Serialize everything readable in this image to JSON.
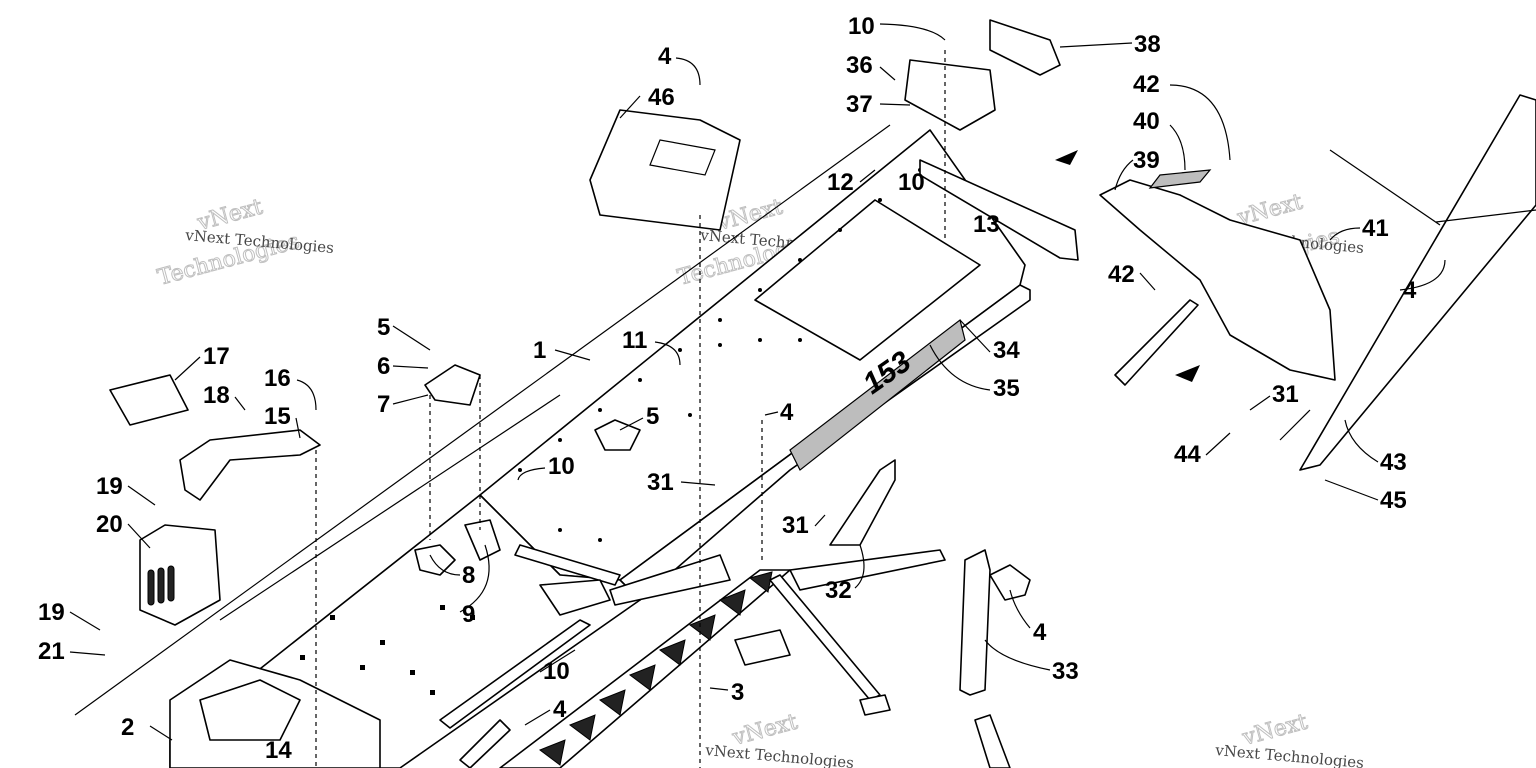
{
  "watermark": {
    "line_a": "vNext",
    "line_b": "Technologies",
    "full": "vNext Technologies"
  },
  "callouts": [
    "10",
    "38",
    "4",
    "36",
    "46",
    "42",
    "37",
    "40",
    "39",
    "12",
    "10",
    "13",
    "41",
    "42",
    "4",
    "5",
    "1",
    "11",
    "34",
    "6",
    "35",
    "7",
    "17",
    "16",
    "18",
    "15",
    "5",
    "4",
    "31",
    "10",
    "44",
    "43",
    "19",
    "31",
    "45",
    "20",
    "31",
    "32",
    "8",
    "19",
    "9",
    "4",
    "21",
    "10",
    "33",
    "3",
    "2",
    "4",
    "14"
  ],
  "colors": {
    "ink": "#000000",
    "paper": "#ffffff",
    "watermark": "#b8b8b8"
  }
}
